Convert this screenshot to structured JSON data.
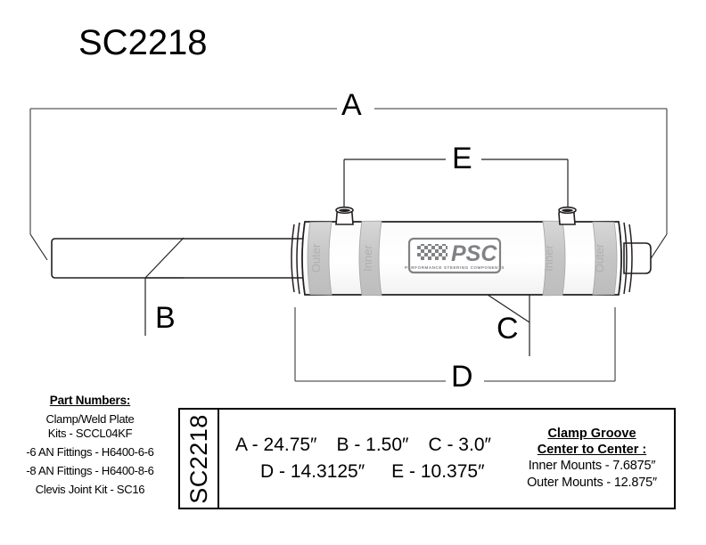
{
  "page": {
    "title": "SC2218",
    "background_color": "#ffffff"
  },
  "diagram": {
    "product_label": "SC2218",
    "dimension_callouts": [
      {
        "id": "A",
        "label": "A"
      },
      {
        "id": "B",
        "label": "B"
      },
      {
        "id": "C",
        "label": "C"
      },
      {
        "id": "D",
        "label": "D"
      },
      {
        "id": "E",
        "label": "E"
      }
    ],
    "cylinder": {
      "body_color": "#ffffff",
      "band_color": "#c9c9c9",
      "outline_color": "#231f20",
      "band_labels": [
        "Outer",
        "Inner",
        "Inner",
        "Outer"
      ],
      "logo": {
        "brand": "PSC",
        "tagline": "PERFORMANCE STEERING COMPONENTS",
        "color": "#808285"
      }
    }
  },
  "part_numbers": {
    "heading": "Part Numbers:",
    "items": [
      "Clamp/Weld Plate\nKits - SCCL04KF",
      "-6 AN Fittings - H6400-6-6",
      "-8 AN Fittings - H6400-8-6",
      "Clevis Joint Kit - SC16"
    ]
  },
  "spec_table": {
    "model": "SC2218",
    "dimensions_row_1": [
      "A - 24.75″",
      "B - 1.50″",
      "C - 3.0″"
    ],
    "dimensions_row_2": [
      "D - 14.3125″",
      "E - 10.375″"
    ],
    "clamp_groove": {
      "heading_line_1": "Clamp Groove ",
      "heading_line_2": "Center to Center :",
      "inner_mounts": "Inner Mounts - 7.6875″",
      "outer_mounts": "Outer Mounts - 12.875″"
    }
  }
}
